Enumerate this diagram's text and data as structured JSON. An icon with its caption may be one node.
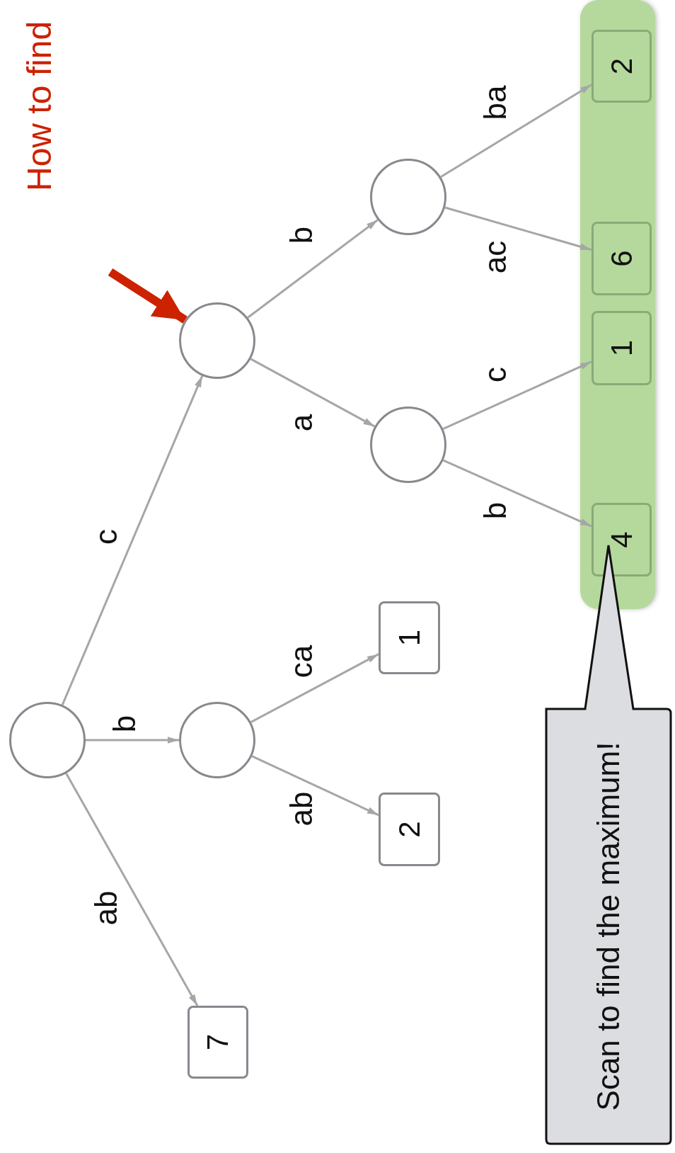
{
  "diagram": {
    "title": "How to find",
    "nodes": [
      {
        "text": [],
        "shape": "circle"
      },
      {
        "text": [],
        "shape": "circle"
      },
      {
        "text": [],
        "shape": "circle"
      },
      {
        "text": [
          "7"
        ]
      },
      {
        "text": [
          "1"
        ]
      },
      {
        "text": [
          "2"
        ]
      },
      {
        "text": [],
        "shape": "circle"
      },
      {
        "text": [],
        "shape": "circle"
      },
      {
        "text": [],
        "shape": "bar"
      },
      {
        "text": [
          "2"
        ],
        "in": 8
      },
      {
        "text": [
          "6"
        ],
        "in": 8
      },
      {
        "text": [
          "1"
        ],
        "in": 8
      },
      {
        "text": [
          "4"
        ],
        "in": 8
      },
      {
        "text": [
          "Scan to find the maximum!"
        ]
      }
    ],
    "edges": [
      {
        "from": 0,
        "to": 1,
        "arrow": "to",
        "label": "c"
      },
      {
        "from": 0,
        "to": 2,
        "arrow": "to",
        "label": "b"
      },
      {
        "from": 0,
        "to": 3,
        "arrow": "to",
        "label": "ab"
      },
      {
        "from": 2,
        "to": 4,
        "arrow": "to",
        "label": "ca"
      },
      {
        "from": 2,
        "to": 5,
        "arrow": "to",
        "label": "ab"
      },
      {
        "from": 1,
        "to": 7,
        "arrow": "to",
        "label": "a"
      },
      {
        "from": 1,
        "to": 6,
        "arrow": "to",
        "label": "b"
      },
      {
        "from": 7,
        "to": 11,
        "arrow": "to",
        "label": "c"
      },
      {
        "from": 7,
        "to": 12,
        "arrow": "to",
        "label": "b"
      },
      {
        "from": 6,
        "to": 10,
        "arrow": "to",
        "label": "ac"
      },
      {
        "from": 6,
        "to": 9,
        "arrow": "to",
        "label": "ba"
      },
      {
        "from": null,
        "to": 1,
        "arrow": "to",
        "style": "thick",
        "color": "#cc2200"
      }
    ]
  }
}
